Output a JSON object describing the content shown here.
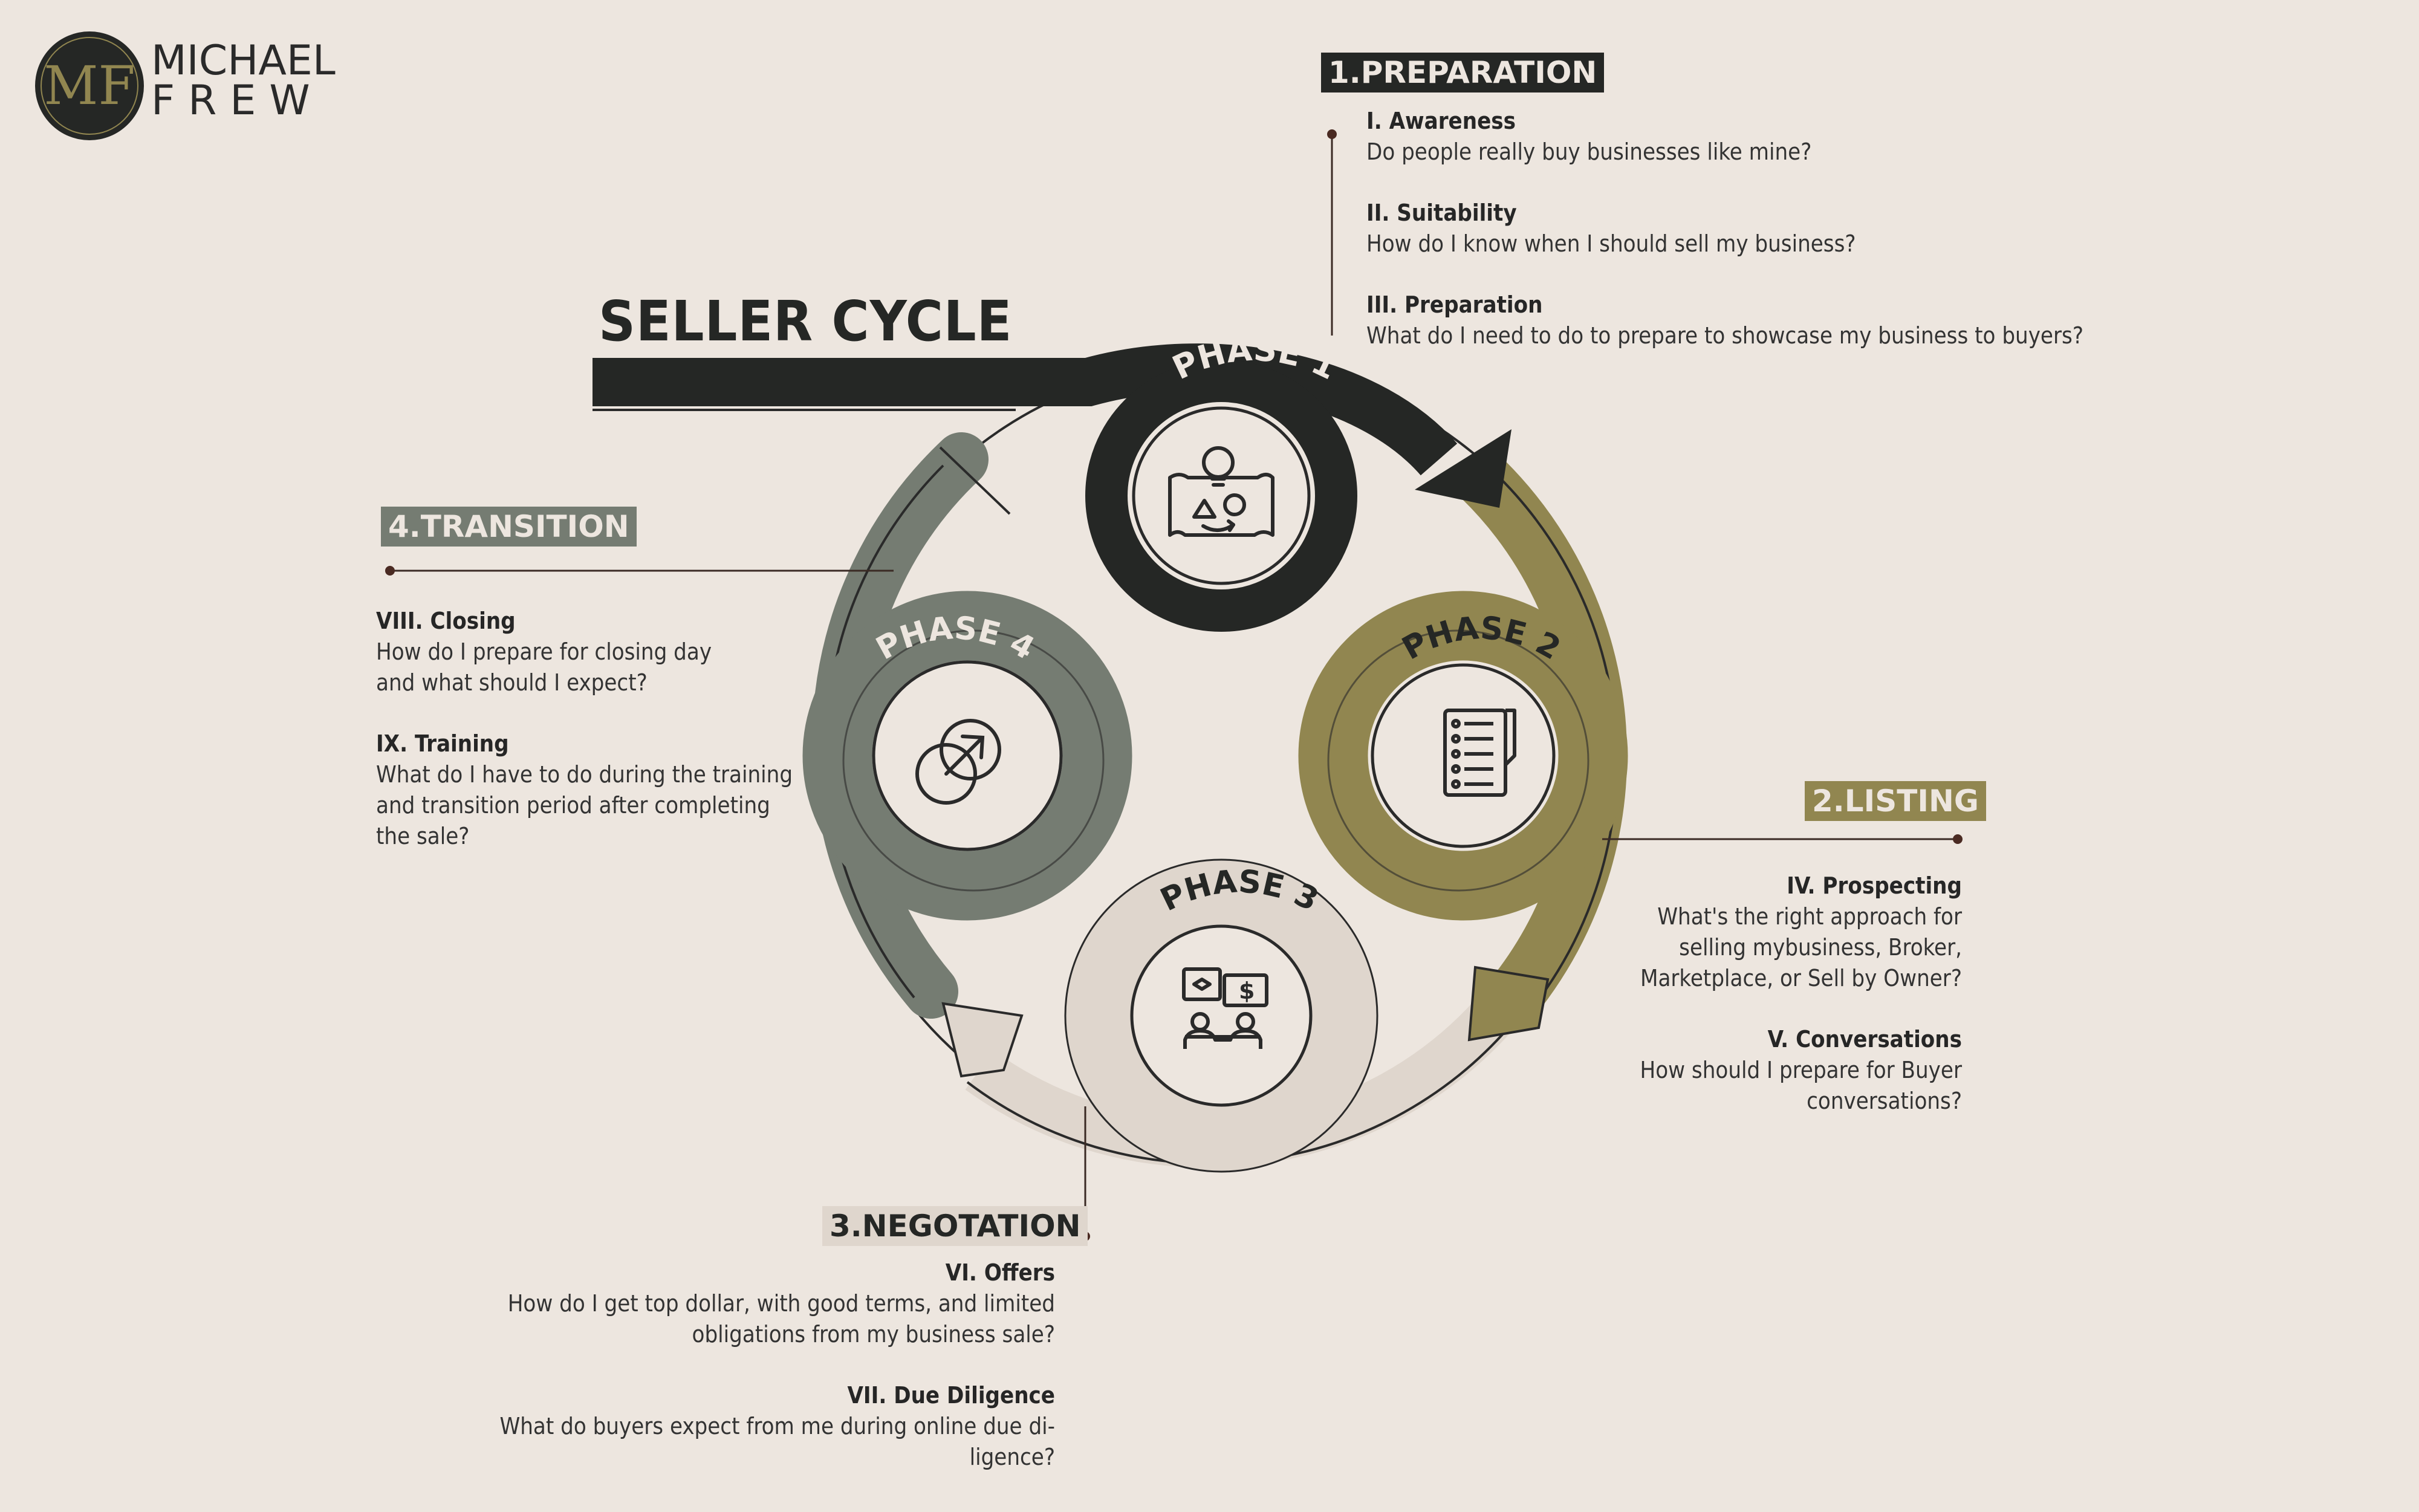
{
  "brand": {
    "monogram": "MF",
    "name_line1": "MICHAEL",
    "name_line2": "FREW"
  },
  "title": "SELLER CYCLE",
  "colors": {
    "background": "#ede6df",
    "phase1": "#252725",
    "phase2": "#918650",
    "phase3": "#dfd6cd",
    "phase4": "#757c72",
    "accent_dot": "#4a2a22"
  },
  "phases": [
    {
      "ring_label": "PHASE 1",
      "label": "1.PREPARATION",
      "icon": "idea-blueprint-icon",
      "items": [
        {
          "heading": "I. Awareness",
          "lines": [
            "Do people really buy businesses like mine?"
          ]
        },
        {
          "heading": "II. Suitability",
          "lines": [
            "How do I know when I should sell my business?"
          ]
        },
        {
          "heading": "III. Preparation",
          "lines": [
            "What do I need to do to prepare to showcase my business to buyers?"
          ]
        }
      ]
    },
    {
      "ring_label": "PHASE 2",
      "label": "2.LISTING",
      "icon": "checklist-document-icon",
      "items": [
        {
          "heading": "IV. Prospecting",
          "lines": [
            "What's the right approach for",
            "selling mybusiness, Broker,",
            "Marketplace, or Sell by Owner?"
          ]
        },
        {
          "heading": "V. Conversations",
          "lines": [
            "How should I prepare for Buyer",
            "conversations?"
          ]
        }
      ]
    },
    {
      "ring_label": "PHASE 3",
      "label": "3.NEGOTATION",
      "icon": "negotiation-meeting-icon",
      "items": [
        {
          "heading": "VI. Offers",
          "lines": [
            "How do I get top dollar, with good terms, and limited",
            "obligations from my business sale?"
          ]
        },
        {
          "heading": "VII. Due Diligence",
          "lines": [
            "What do buyers expect from me during online due di-",
            "ligence?"
          ]
        }
      ]
    },
    {
      "ring_label": "PHASE 4",
      "label": "4.TRANSITION",
      "icon": "transition-arrow-icon",
      "items": [
        {
          "heading": "VIII. Closing",
          "lines": [
            "How do I prepare for closing day",
            "and what should I expect?"
          ]
        },
        {
          "heading": "IX. Training",
          "lines": [
            "What do I have to do during the training",
            "and transition period after completing",
            "the sale?"
          ]
        }
      ]
    }
  ]
}
